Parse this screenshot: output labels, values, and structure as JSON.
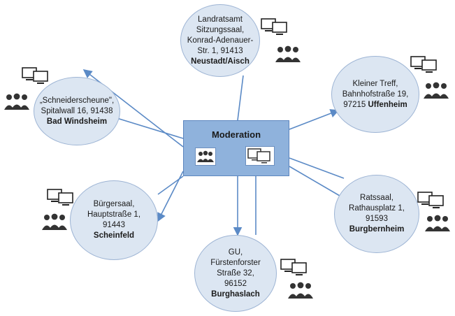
{
  "moderation": {
    "title": "Moderation",
    "people_icon": "group-people-icon",
    "computers_icon": "computer-monitors-icon"
  },
  "locations": [
    {
      "lines": [
        "Landratsamt",
        "Sitzungssaal,",
        "Konrad-Adenauer-",
        "Str. 1, 91413"
      ],
      "city": "Neustadt/Aisch"
    },
    {
      "lines": [
        "Kleiner Treff,",
        "Bahnhofstraße 19,",
        "97215"
      ],
      "city": "Uffenheim"
    },
    {
      "lines": [
        "„Schneiderscheune\",",
        "Spitalwall 16, 91438"
      ],
      "city": "Bad Windsheim"
    },
    {
      "lines": [
        "Bürgersaal,",
        "Hauptstraße 1,",
        "91443"
      ],
      "city": "Scheinfeld"
    },
    {
      "lines": [
        "GU,",
        "Fürstenforster",
        "Straße 32,",
        "96152"
      ],
      "city": "Burghaslach"
    },
    {
      "lines": [
        "Ratssaal,",
        "Rathausplatz 1,",
        "91593"
      ],
      "city": "Burgbernheim"
    }
  ],
  "icons": {
    "computers": "computer-monitors-icon",
    "people": "group-people-icon"
  }
}
